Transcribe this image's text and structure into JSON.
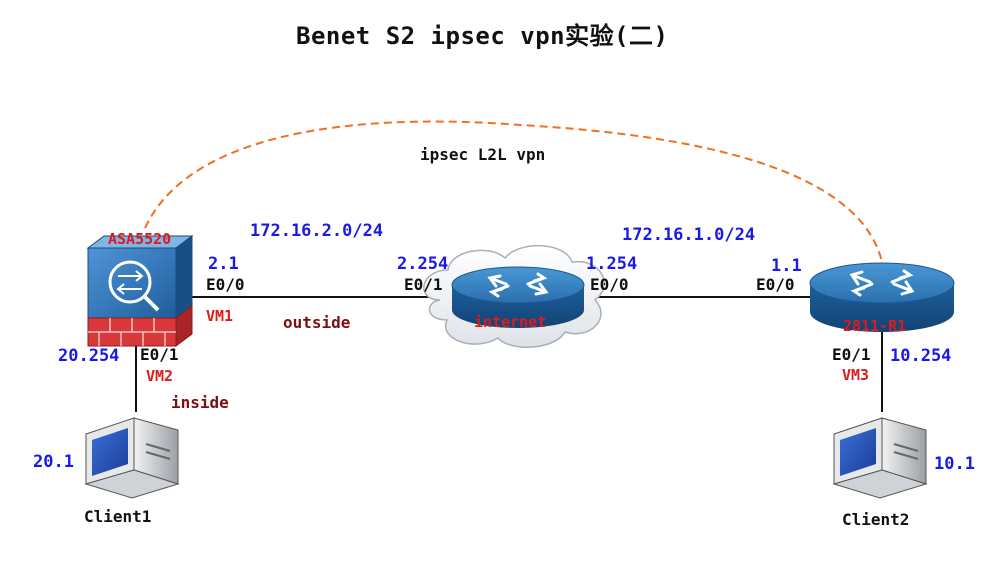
{
  "title": "Benet S2 ipsec vpn实验(二)",
  "vpn_label": "ipsec L2L vpn",
  "subnets": {
    "left": "172.16.2.0/24",
    "right": "172.16.1.0/24"
  },
  "asa": {
    "name": "ASA5520",
    "outside_ip": "2.1",
    "outside_if": "E0/0",
    "outside_vm": "VM1",
    "inside_ip": "20.254",
    "inside_if": "E0/1",
    "inside_vm": "VM2",
    "outside_label": "outside",
    "inside_label": "inside"
  },
  "internet": {
    "name": "internet",
    "left_ip": "2.254",
    "left_if": "E0/1",
    "right_ip": "1.254",
    "right_if": "E0/0"
  },
  "router": {
    "name": "2811-R1",
    "wan_ip": "1.1",
    "wan_if": "E0/0",
    "lan_if": "E0/1",
    "lan_ip": "10.254",
    "lan_vm": "VM3"
  },
  "client1": {
    "name": "Client1",
    "ip": "20.1"
  },
  "client2": {
    "name": "Client2",
    "ip": "10.1"
  },
  "colors": {
    "vpn_line": "#f07020",
    "ip_text": "#1a1ae6",
    "vm_text": "#e01a1a",
    "zone_text": "#7a1010",
    "router_top": "#2f7fc0",
    "router_side": "#1a5a95"
  }
}
